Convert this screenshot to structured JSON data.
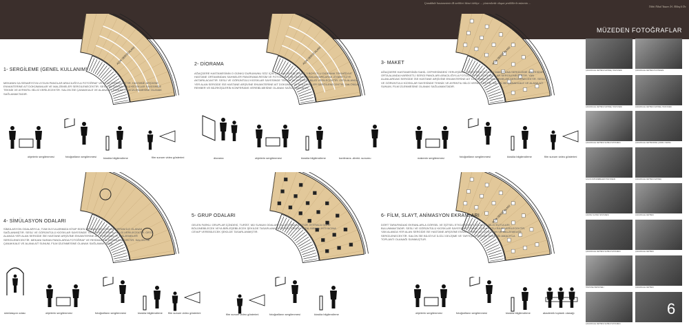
{
  "header": {
    "quote": "Çanakkale hastanesinin ilk tarihleri ikinci türkiye … yöntemlerde oluşan yeniliklerle müzenin …",
    "quote_author": "Tıbbi Nihal Yazarı İrl. Bilinçli Dr.",
    "photos_title": "MÜZEDEN FOTOĞRAFLAR"
  },
  "plans": [
    {
      "area_label": "AÇIK SERGİ ALANI"
    },
    {
      "area_label": "AÇIK SERGİ ALANI"
    },
    {
      "area_label": "AÇIK SERGİ ALANI"
    },
    {
      "area_label": ""
    },
    {
      "area_label": ""
    },
    {
      "area_label": "AÇIK SERGİ ALANI"
    }
  ],
  "sections": [
    {
      "title": "1- SERGİLEME (GENEL KULLANIM)",
      "body": "MEKANIN DA SENARYOYA UYGUN PANOLAR ARACILIĞIYLA FOTOĞRAF VE BİLGİ VERİLECEKTİR. HASTANE ARŞİVİNE ENVANTERİNE AİT DOKÜMANLAR VE MALZEMELER SERGİLENECEKTİR. SESLİ VE GÖRÜNTÜLÜ KİOSKLAR SAYESİNDE TEKNİK VE AYRINTILI BİLGİ VERİLECEKTİR. SALON İSE ÇANAKKALE VE ALANA AİT SUNUM, FİLM İZLENMESİNE OLANAK SAĞLAMAKTADIR."
    },
    {
      "title": "2- DİORAMA",
      "body": "AĞAÇDERE HASTANESİNİN O GÜNKÜ DURUMUNU SÖZ İÇİN ÇIPLAKLAR EŞLİĞİNDE 3 BOYUTLU DİORAMA TEKNİĞİYLE HASTANE ORTAMINDAN SAHNELER PANORAMA RESİM VE FOTOĞRAFLAR ÖNÜNDE CANLANDIRILARAK ZİYARETÇİYE AKTARILACAKTIR. SESLİ VE GÖRÜNTÜLÜ KİOSKLAR SAYESİNDE TEKNİK VE AYRINTILI BİLGİ VERİLECEKTİR. ORTA ALANDA YER ALAN SERGİDE İSE HASTANE ARŞİVİNE ENVANTERİNE AİT DOKÜMAN VE MALZEMELER SERGİLENECEKTİR. SALONDA REHBER VE BİLİRKİŞİLERİN KONFERANS VEREBİLMESİNE OLANAK SAĞLAMAKTADIR."
    },
    {
      "title": "3- MAKET",
      "body": "AĞAÇDERE HASTANESİNİN SAHİL CEPHESİNDEKİ YERLEŞİMİNİ GÖSTEREN ÖLÇEKLİ MAKET ANA SERGİLEME ÜNİTESİDİR. ORTA ALANDA HAREKETLİ SERGİ PANOLARI ARACILIĞIYLA FOTOĞRAF VB. DÖKÜMANLAR SERGİLENECEKTİR. YAN ALANLARDAKİ SERGİDE İSE HASTANE ARŞİVİNE ENVANTERİNE AİT DOKÜMAN VE MALZEMELER SERGİLENECEKTİR. SESLİ VE GÖRÜNTÜLÜ KİOSKLAR SAYESİNDE TEKNİK VE AYRINTILI BİLGİ VERİLECEKTİR. SALON İSE ÇANAKKALE VE ALANA AİT SUNUM, FİLM İZLENMESİNE OLANAK SAĞLAMAKTADIR."
    },
    {
      "title": "4- SİMÜLASYON ODALARI",
      "body": "SİMÜLASYON ODALARIYLA, TÜM DUYULARIMIZA HİTAP EDEN MEKANI YAŞATAN BİR ORTAM İLE OLANAK SAĞLANMIŞTIR. SESLİ VE GÖRÜNTÜLÜ KİOSKLAR SAYESİNDE TEKNİK VE AYRINTILI BİLGİ VERİLECEKTİR. ORTA ALANDA YER ALAN SERGİDE İSE HASTANE ARŞİVİNE ENVANTERİNE AİT DOKÜMAN VE MALZEMELER SERGİLENECEKTİR. MEKANI SARAN PANOLARDA FOTOĞRAF VE RESİMLERİN SERGİLENECEKTİR. SALON İSE ÇANAKKALE VE ALANA AİT SUNUM, FİLM İZLENMESİNE OLANAK SAĞLAMAKTADIR."
    },
    {
      "title": "5- GRUP ODALARI",
      "body": "GELEN FARKLI GRUPLAR İÇİNDEKİ, TURİST, MÜ SUNUM ODALARI OLUŞTURULMUŞTUR. İHTİYACA GÖRE BÖLÜNEBİLECEK VEYA BİRLEŞEBİLECEK ŞEKİLDE TASARLANMIŞ GEREKTİĞİNDE TOTAL MEKAN İHTİYACINA CEVAP VEREBİLECEK ŞEKİLDE TASARLANMIŞTIR."
    },
    {
      "title": "6- FİLM, SLAYT, ANİMASYON EKRANLARI",
      "body": "DÖRT TARAFINDAKİ EKRANLARLA GÖRSEL VE İŞİTSEL ETKİLEŞİMİN SAĞLADIĞI BİLGİ KUTULARI BULUNMAKTADIR. SESLİ VE GÖRÜNTÜLÜ KİOSKLAR SAYESİNDE TEKNİK VE AYRINTILI BİLGİ VERİLECEKTİR. YAN ALANDA YER ALAN SERGİDE İSE HASTANE ARŞİVİNE ENVANTERİNE AİT DOKÜMAN VE MALZEMELER SERGİLENECEKTİR. SALON İSE BİLGİYLE İLGİLİ GELİŞME VE TARTIŞMA ORTAMI SUNMASI AMACIYLA TOPLANTI OLANAĞI SUNMUŞTUR."
    }
  ],
  "activities": [
    {
      "label": "objelerin sergilenmesi"
    },
    {
      "label": "fotoğrafların sergilenmesi"
    },
    {
      "label": "kioskla bilgilendirme"
    },
    {
      "label": "film sunum video gösterimi"
    },
    {
      "label": "diorama"
    },
    {
      "label": "objelerin sergilenmesi"
    },
    {
      "label": "kioskla bilgilendirme"
    },
    {
      "label": "konferans -direkt- sunumu"
    },
    {
      "label": "makenin sergilenmesi"
    },
    {
      "label": "fotoğrafların sergilenmesi"
    },
    {
      "label": "kioskla bilgilendirme"
    },
    {
      "label": "film sunum video gösterimi"
    },
    {
      "label": "simülasyon odası"
    },
    {
      "label": "objelerin sergilenmesi"
    },
    {
      "label": "fotoğrafların sergilenmesi"
    },
    {
      "label": "kioskla bilgilendirme"
    },
    {
      "label": "film sunum video gösterimi"
    },
    {
      "label": "film sunum video gösterimi"
    },
    {
      "label": "fotoğrafların sergilenmesi"
    },
    {
      "label": "kioskla bilgilendirme"
    },
    {
      "label": "objelerin sergilenmesi"
    },
    {
      "label": "fotoğrafların sergilenmesi"
    },
    {
      "label": "kioskla bilgilendirme"
    },
    {
      "label": "akademik toplantı olanağı"
    }
  ],
  "photos": [
    {
      "caption": "ÇANAKKALE CEPHESİ MAHREÇ HASTANESİ"
    },
    {
      "caption": "ÇANAKKALE CEPHESİ HASTANESİ"
    },
    {
      "caption": "ÇANAKKALE CEPHESİ MAHREÇ HASTANESİ"
    },
    {
      "caption": "ÇANAKKALE CEPHESİ MAHREÇ HASTANESİ"
    },
    {
      "caption": "ÇANAKKALE CEPHESİ SAHRA HASTANESİ"
    },
    {
      "caption": "ÇANAKKALE CEPHESİNDE ÇADIRLI SAHRA"
    },
    {
      "caption": "GÜLYA MUHAREBELERİ HASTANESİ"
    },
    {
      "caption": "ÇANAKKALE CEPHESİ MAHREÇ"
    },
    {
      "caption": "ÇADIRLI SAHRA HASTANESİ"
    },
    {
      "caption": "ÇANAKKALE CEPHESİ"
    },
    {
      "caption": "ÇANAKKALE CEPHESİ SAHRA HASTANESİ"
    },
    {
      "caption": "ÇANAKKALE CEPHESİ"
    },
    {
      "caption": "HASTANE PERSONELİ"
    },
    {
      "caption": "ÇANAKKALE CEPHESİ"
    },
    {
      "caption": "ÇANAKKALE CEPHESİ SAHRA HASTANESİ"
    },
    {
      "caption": ""
    }
  ],
  "page_number": "6",
  "colors": {
    "band": "#3b2f2c",
    "plan_fill": "#e2c89a",
    "ink": "#1a1a1a"
  }
}
